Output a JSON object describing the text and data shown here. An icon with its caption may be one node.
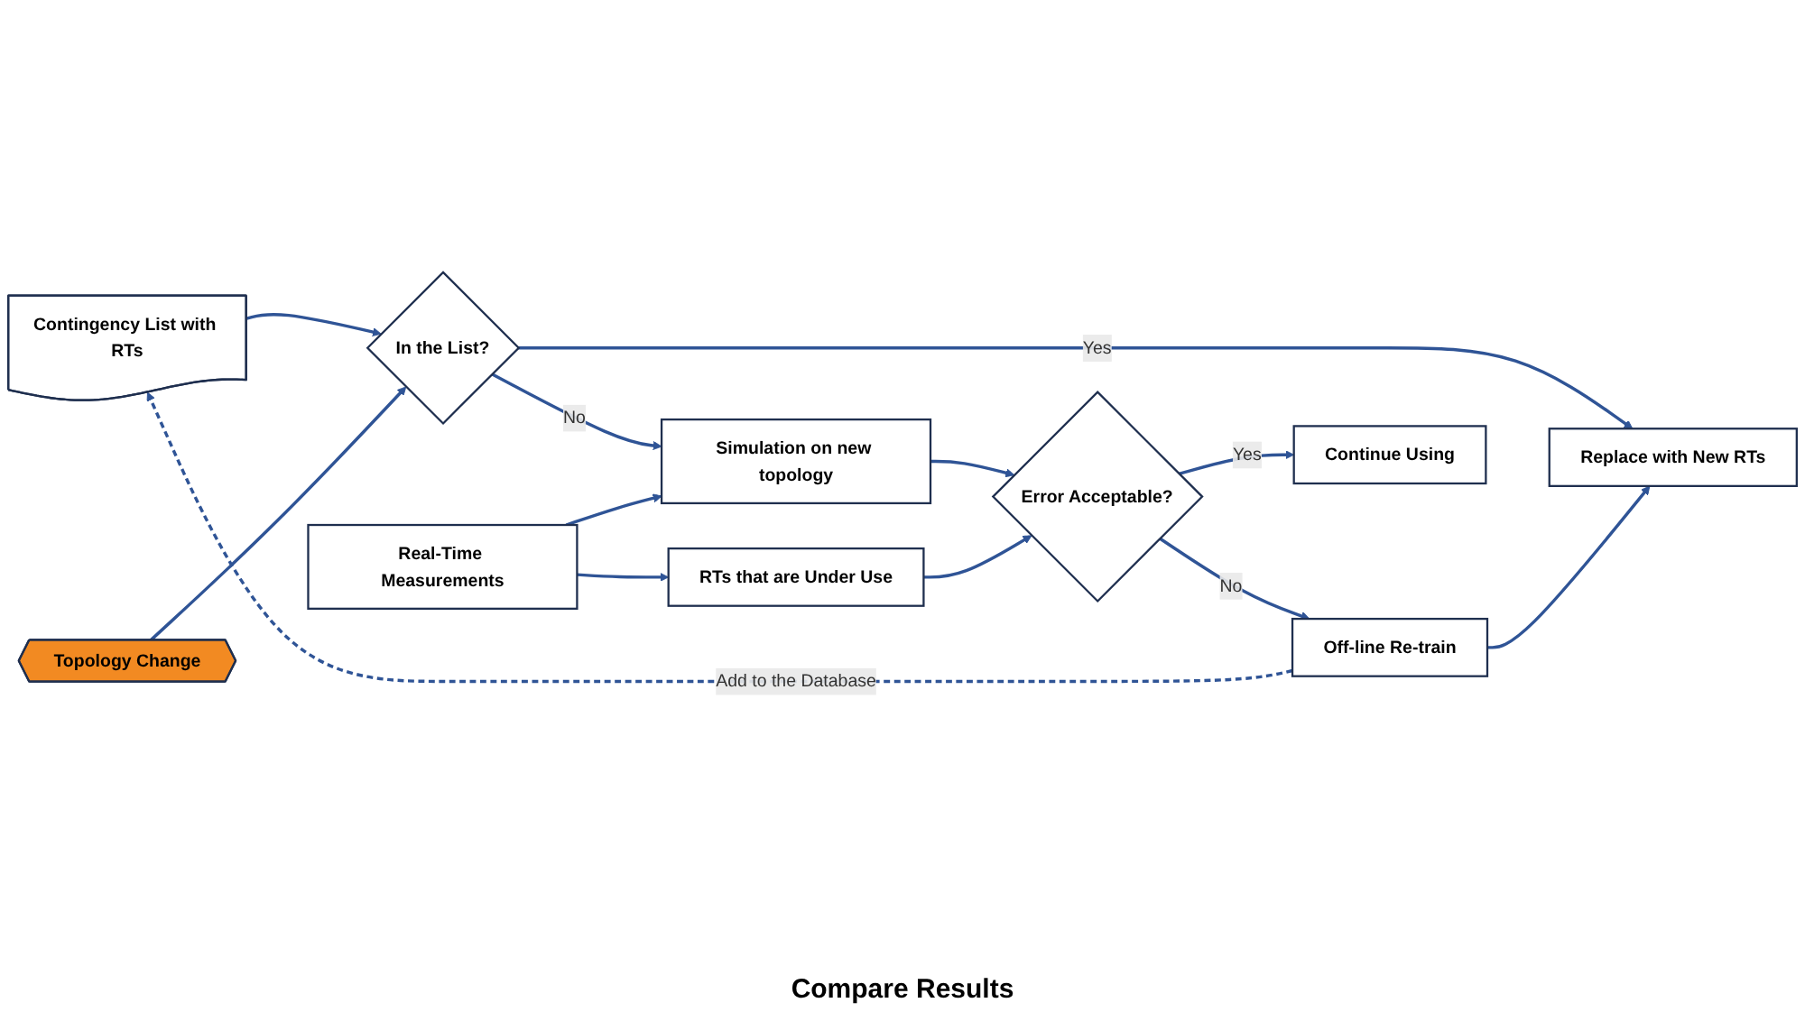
{
  "diagram": {
    "nodes": [
      {
        "text": [
          "Contingency List with RTs"
        ]
      },
      {
        "text": [
          "Topology Change"
        ]
      },
      {
        "text": [
          "In the List?"
        ]
      },
      {
        "text": [
          "Replace with New RTs"
        ]
      },
      {
        "text": [
          "Off-line Re-train"
        ]
      },
      {
        "text": [
          "Simulation on new topology"
        ]
      },
      {
        "text": [
          "Real-Time Measurements"
        ]
      },
      {
        "text": [
          "Error Acceptable?"
        ]
      },
      {
        "text": [
          "Continue Using"
        ]
      },
      {
        "text": [
          "RTs that are Under Use"
        ]
      }
    ],
    "edges": [
      {
        "from": 0,
        "to": 2,
        "arrow": "to"
      },
      {
        "from": 1,
        "to": 2,
        "arrow": "to"
      },
      {
        "from": 2,
        "to": 3,
        "arrow": "to",
        "label": "Yes"
      },
      {
        "from": 2,
        "to": 5,
        "arrow": "to",
        "label": "No"
      },
      {
        "from": 4,
        "to": 0,
        "arrow": "to",
        "label": "Add to the Database",
        "style": "dashed"
      },
      {
        "from": 4,
        "to": 3,
        "arrow": "to"
      },
      {
        "from": 7,
        "to": 4,
        "arrow": "to",
        "label": "No"
      },
      {
        "from": 7,
        "to": 8,
        "arrow": "to",
        "label": "Yes"
      },
      {
        "from": 6,
        "to": 5,
        "arrow": "to"
      },
      {
        "from": 6,
        "to": 9,
        "arrow": "to"
      },
      {
        "from": 5,
        "to": 7,
        "arrow": "to"
      },
      {
        "from": 9,
        "to": 7,
        "arrow": "to"
      }
    ],
    "labels": [
      "Compare Results"
    ]
  }
}
